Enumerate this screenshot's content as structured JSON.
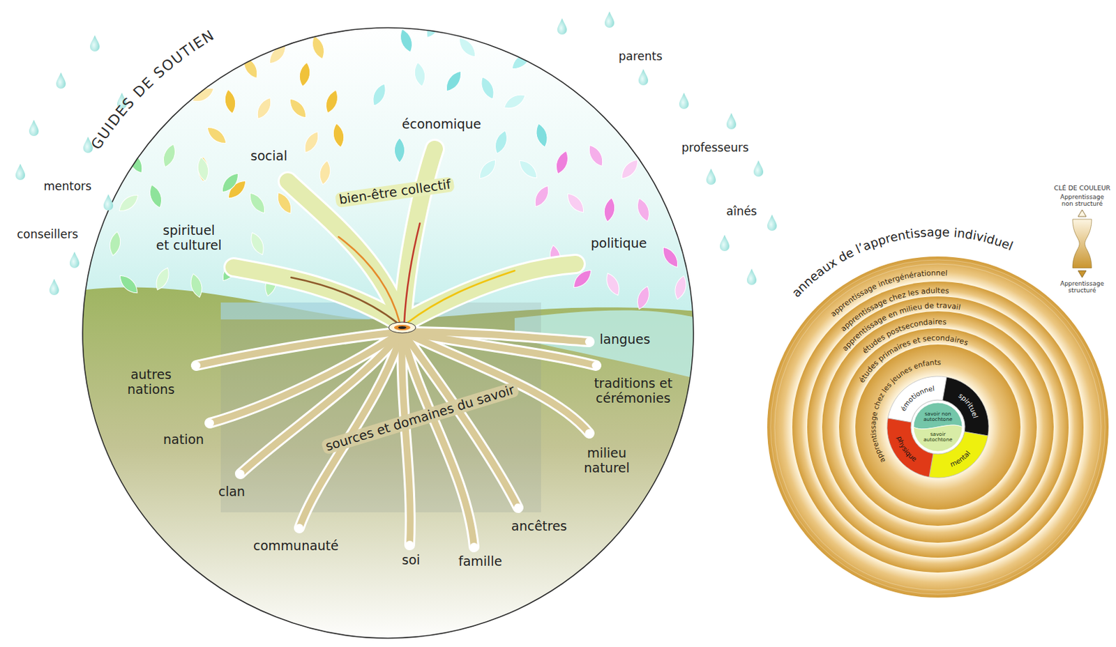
{
  "diagram": {
    "nodes": [
      {
        "text": [
          "apprentissage intergénérationnel"
        ]
      },
      {
        "text": [
          "apprentissage chez les adultes"
        ],
        "in": 0
      },
      {
        "text": [
          "apprentissage en milieu de travail"
        ],
        "in": 1
      },
      {
        "text": [
          "études postsecondaires"
        ],
        "in": 2
      },
      {
        "text": [
          "études primaires et secondaires"
        ],
        "in": 3
      },
      {
        "text": [
          "apprentissage chez les jeunes enfants"
        ],
        "in": 4
      },
      {
        "text": [
          "émotionnel"
        ],
        "in": 5
      },
      {
        "text": [
          "spirituel"
        ],
        "in": 5
      },
      {
        "text": [
          "mental"
        ],
        "in": 5
      },
      {
        "text": [
          "physique"
        ],
        "in": 5
      },
      {
        "text": [
          "savoir non autochtone"
        ],
        "in": 5
      },
      {
        "text": [
          "savoir autochtone"
        ],
        "in": 5
      }
    ],
    "labels": [
      "GUIDES DE SOUTIEN",
      "mentors",
      "conseillers",
      "parents",
      "professeurs",
      "aînés",
      "social",
      "économique",
      "bien-être collectif",
      "spirituel et culturel",
      "politique",
      "langues",
      "traditions et cérémonies",
      "autres nations",
      "nation",
      "milieu naturel",
      "sources et domaines du savoir",
      "clan",
      "ancêtres",
      "communauté",
      "soi",
      "famille",
      "anneaux de l’apprentissage individuel",
      "CLÉ DE COULEUR"
    ],
    "legend": [
      {
        "text": "Apprentissage non structuré",
        "color": "#fdf5e1"
      },
      {
        "text": "Apprentissage structuré",
        "color": "#c9952f"
      }
    ]
  }
}
